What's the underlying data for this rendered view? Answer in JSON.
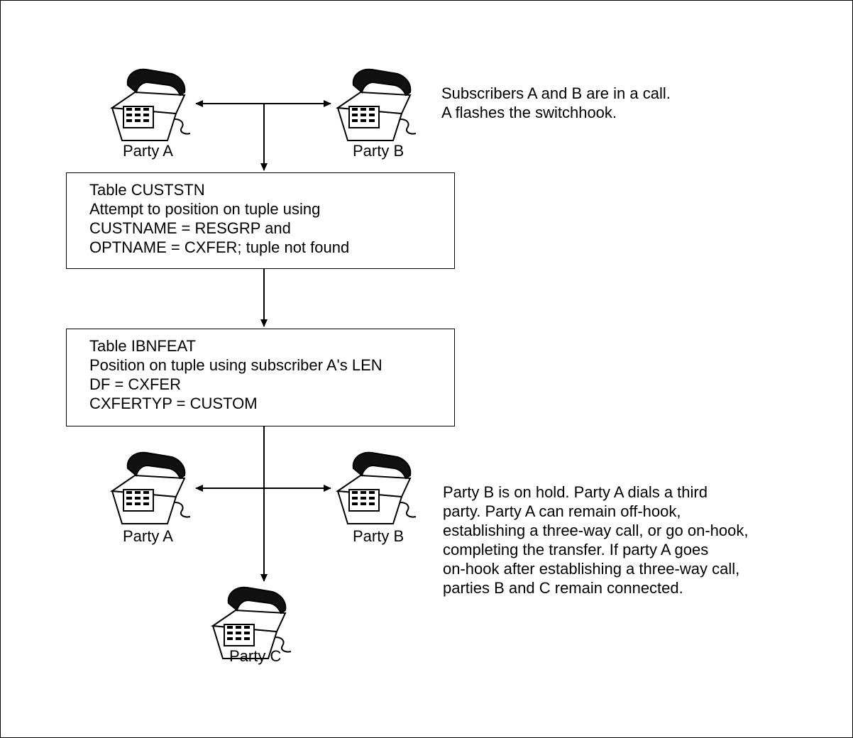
{
  "step1": {
    "party_a": "Party A",
    "party_b": "Party B",
    "note": [
      "Subscribers A and B are in a call.",
      "A flashes the switchhook."
    ]
  },
  "box_custstn": [
    "Table CUSTSTN",
    "Attempt to position on tuple using",
    "CUSTNAME = RESGRP and",
    "OPTNAME = CXFER; tuple not found"
  ],
  "box_ibnfeat": [
    "Table IBNFEAT",
    "Position on tuple using subscriber A's LEN",
    "DF = CXFER",
    "CXFERTYP = CUSTOM"
  ],
  "step2": {
    "party_a": "Party A",
    "party_b": "Party B",
    "party_c": "Party C",
    "note": [
      "Party B is on hold.  Party A dials a third",
      "party.  Party A can remain off-hook,",
      "establishing a three-way call, or go on-hook,",
      "completing the transfer.  If party A goes",
      "on-hook after establishing a three-way call,",
      "parties B and C remain connected."
    ]
  },
  "icons": [
    "telephone-icon"
  ]
}
